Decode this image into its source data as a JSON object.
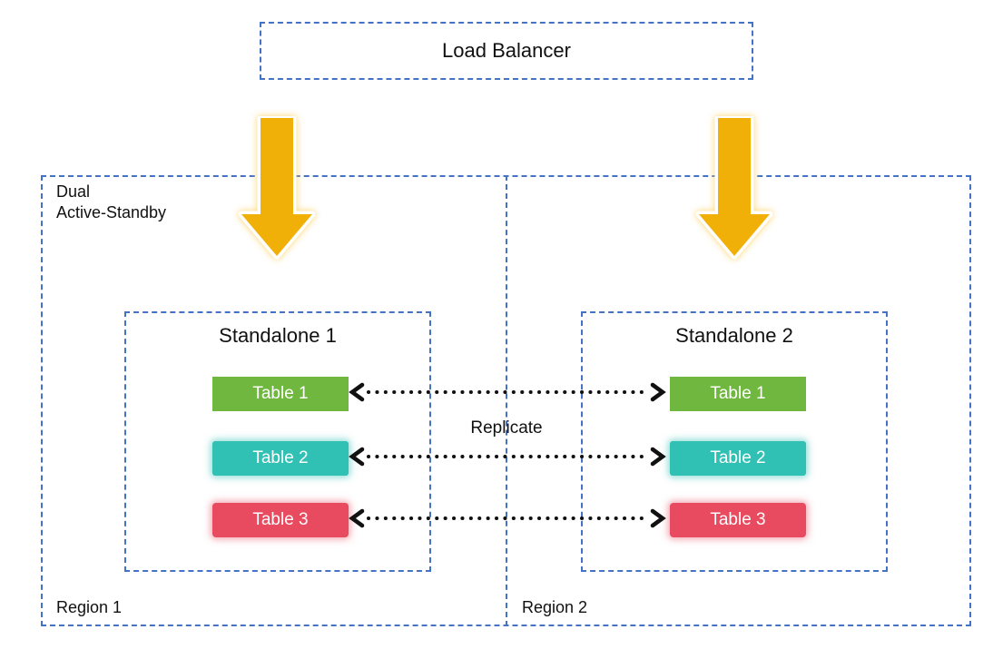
{
  "load_balancer": {
    "label": "Load Balancer"
  },
  "cluster": {
    "label_line1": "Dual",
    "label_line2": "Active-Standby",
    "regions": [
      {
        "label": "Region 1"
      },
      {
        "label": "Region 2"
      }
    ]
  },
  "standalones": [
    {
      "title": "Standalone 1",
      "tables": [
        {
          "label": "Table 1",
          "color": "#6FB73E"
        },
        {
          "label": "Table 2",
          "color": "#31C0B4"
        },
        {
          "label": "Table 3",
          "color": "#E84A5F"
        }
      ]
    },
    {
      "title": "Standalone 2",
      "tables": [
        {
          "label": "Table 1",
          "color": "#6FB73E"
        },
        {
          "label": "Table 2",
          "color": "#31C0B4"
        },
        {
          "label": "Table 3",
          "color": "#E84A5F"
        }
      ]
    }
  ],
  "replication": {
    "label": "Replicate"
  },
  "colors": {
    "dashed_border": "#4472C4",
    "arrow_gold": "#F0B008",
    "table_green": "#6FB73E",
    "table_teal": "#31C0B4",
    "table_red": "#E84A5F",
    "connector_black": "#111111",
    "chip_text": "#FFFFFF"
  }
}
